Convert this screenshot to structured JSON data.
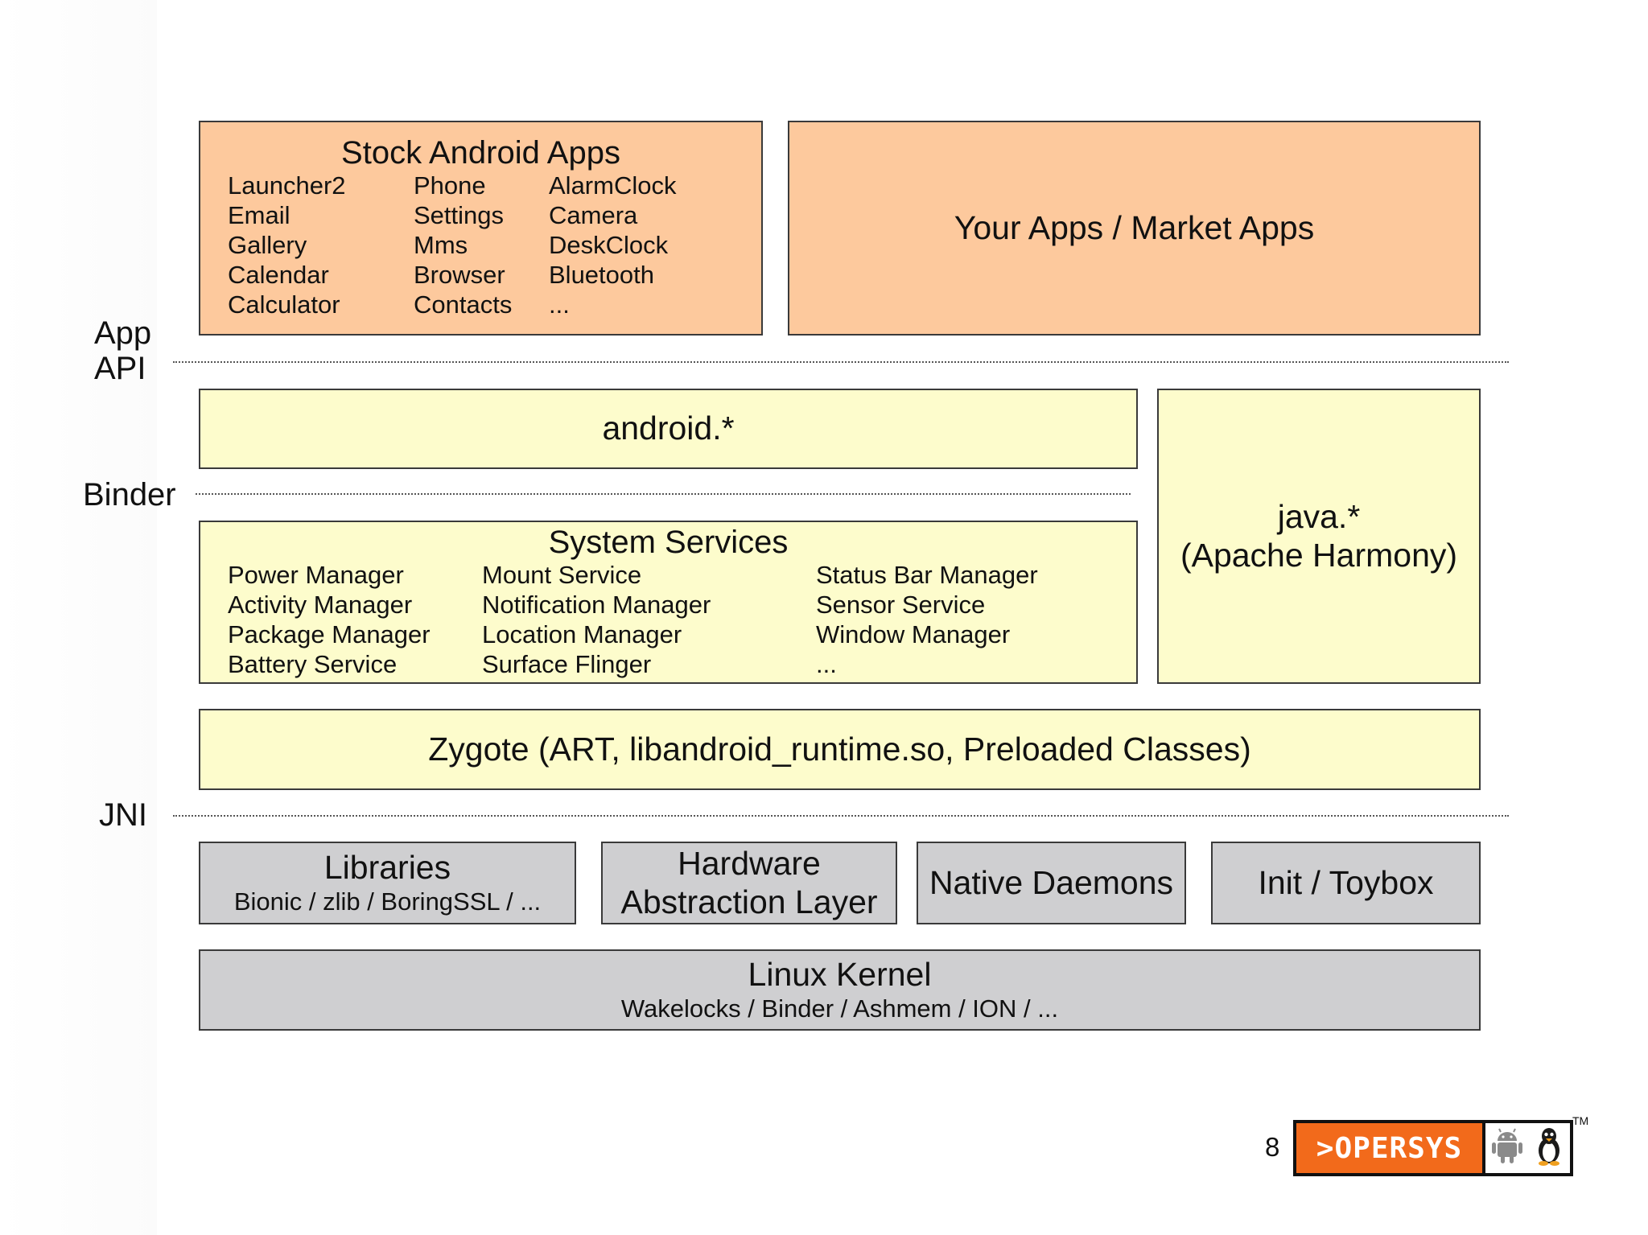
{
  "layer_labels": {
    "app_api": [
      "App",
      "API"
    ],
    "binder": "Binder",
    "jni": "JNI"
  },
  "stock_apps": {
    "title": "Stock Android Apps",
    "columns": [
      [
        "Launcher2",
        "Email",
        "Gallery",
        "Calendar",
        "Calculator"
      ],
      [
        "Phone",
        "Settings",
        "Mms",
        "Browser",
        "Contacts"
      ],
      [
        "AlarmClock",
        "Camera",
        "DeskClock",
        "Bluetooth",
        "..."
      ]
    ]
  },
  "your_apps": {
    "title": "Your Apps / Market Apps"
  },
  "android_api": {
    "title": "android.*"
  },
  "java_api": {
    "title": "java.*",
    "subtitle": "(Apache Harmony)"
  },
  "system_services": {
    "title": "System Services",
    "columns": [
      [
        "Power Manager",
        "Activity Manager",
        "Package Manager",
        "Battery Service"
      ],
      [
        "Mount Service",
        "Notification Manager",
        "Location Manager",
        "Surface Flinger"
      ],
      [
        "Status Bar Manager",
        "Sensor Service",
        "Window Manager",
        "..."
      ]
    ]
  },
  "zygote": {
    "title": "Zygote (ART, libandroid_runtime.so, Preloaded Classes)"
  },
  "libraries": {
    "title": "Libraries",
    "subtitle": "Bionic / zlib / BoringSSL / ..."
  },
  "hal": {
    "line1": "Hardware",
    "line2": "Abstraction Layer"
  },
  "native_daemons": {
    "title": "Native Daemons"
  },
  "init": {
    "title": "Init / Toybox"
  },
  "kernel": {
    "title": "Linux Kernel",
    "subtitle": "Wakelocks / Binder / Ashmem / ION / ..."
  },
  "footer": {
    "page_number": "8",
    "logo_text": ">OPERSYS",
    "trademark": "TM",
    "logo_icons": [
      "android-icon",
      "tux-penguin-icon"
    ]
  },
  "colors": {
    "app_layer": "#fdc99d",
    "framework_layer": "#fdfccc",
    "native_layer": "#cfcfd1",
    "logo_orange": "#f26a1b"
  }
}
